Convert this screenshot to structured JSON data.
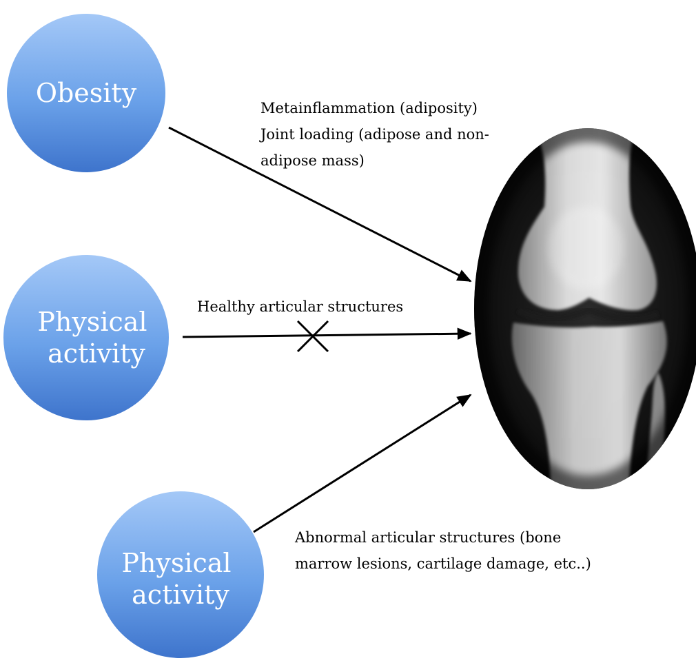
{
  "nodes": [
    {
      "id": "obesity",
      "lines": [
        "Obesity"
      ]
    },
    {
      "id": "physical-activity-healthy",
      "lines": [
        "Physical",
        "activity"
      ]
    },
    {
      "id": "physical-activity-abnormal",
      "lines": [
        "Physical",
        "activity"
      ]
    }
  ],
  "edges": [
    {
      "id": "obesity-to-knee",
      "lines": [
        "Metainflammation  (adiposity)",
        "Joint loading (adipose and non-",
        "adipose mass)"
      ],
      "blocked": false
    },
    {
      "id": "healthy-to-knee",
      "lines": [
        "Healthy articular structures"
      ],
      "blocked": true
    },
    {
      "id": "abnormal-to-knee",
      "lines": [
        "Abnormal articular structures (bone",
        "marrow lesions, cartilage damage, etc..)"
      ],
      "blocked": false
    }
  ],
  "target": {
    "name": "knee-xray",
    "description_icon": "knee-joint-xray"
  },
  "colors": {
    "node_light": "#a4c8f7",
    "node_mid": "#6aa1e9",
    "node_dark": "#3e74cc",
    "line": "#000000"
  }
}
